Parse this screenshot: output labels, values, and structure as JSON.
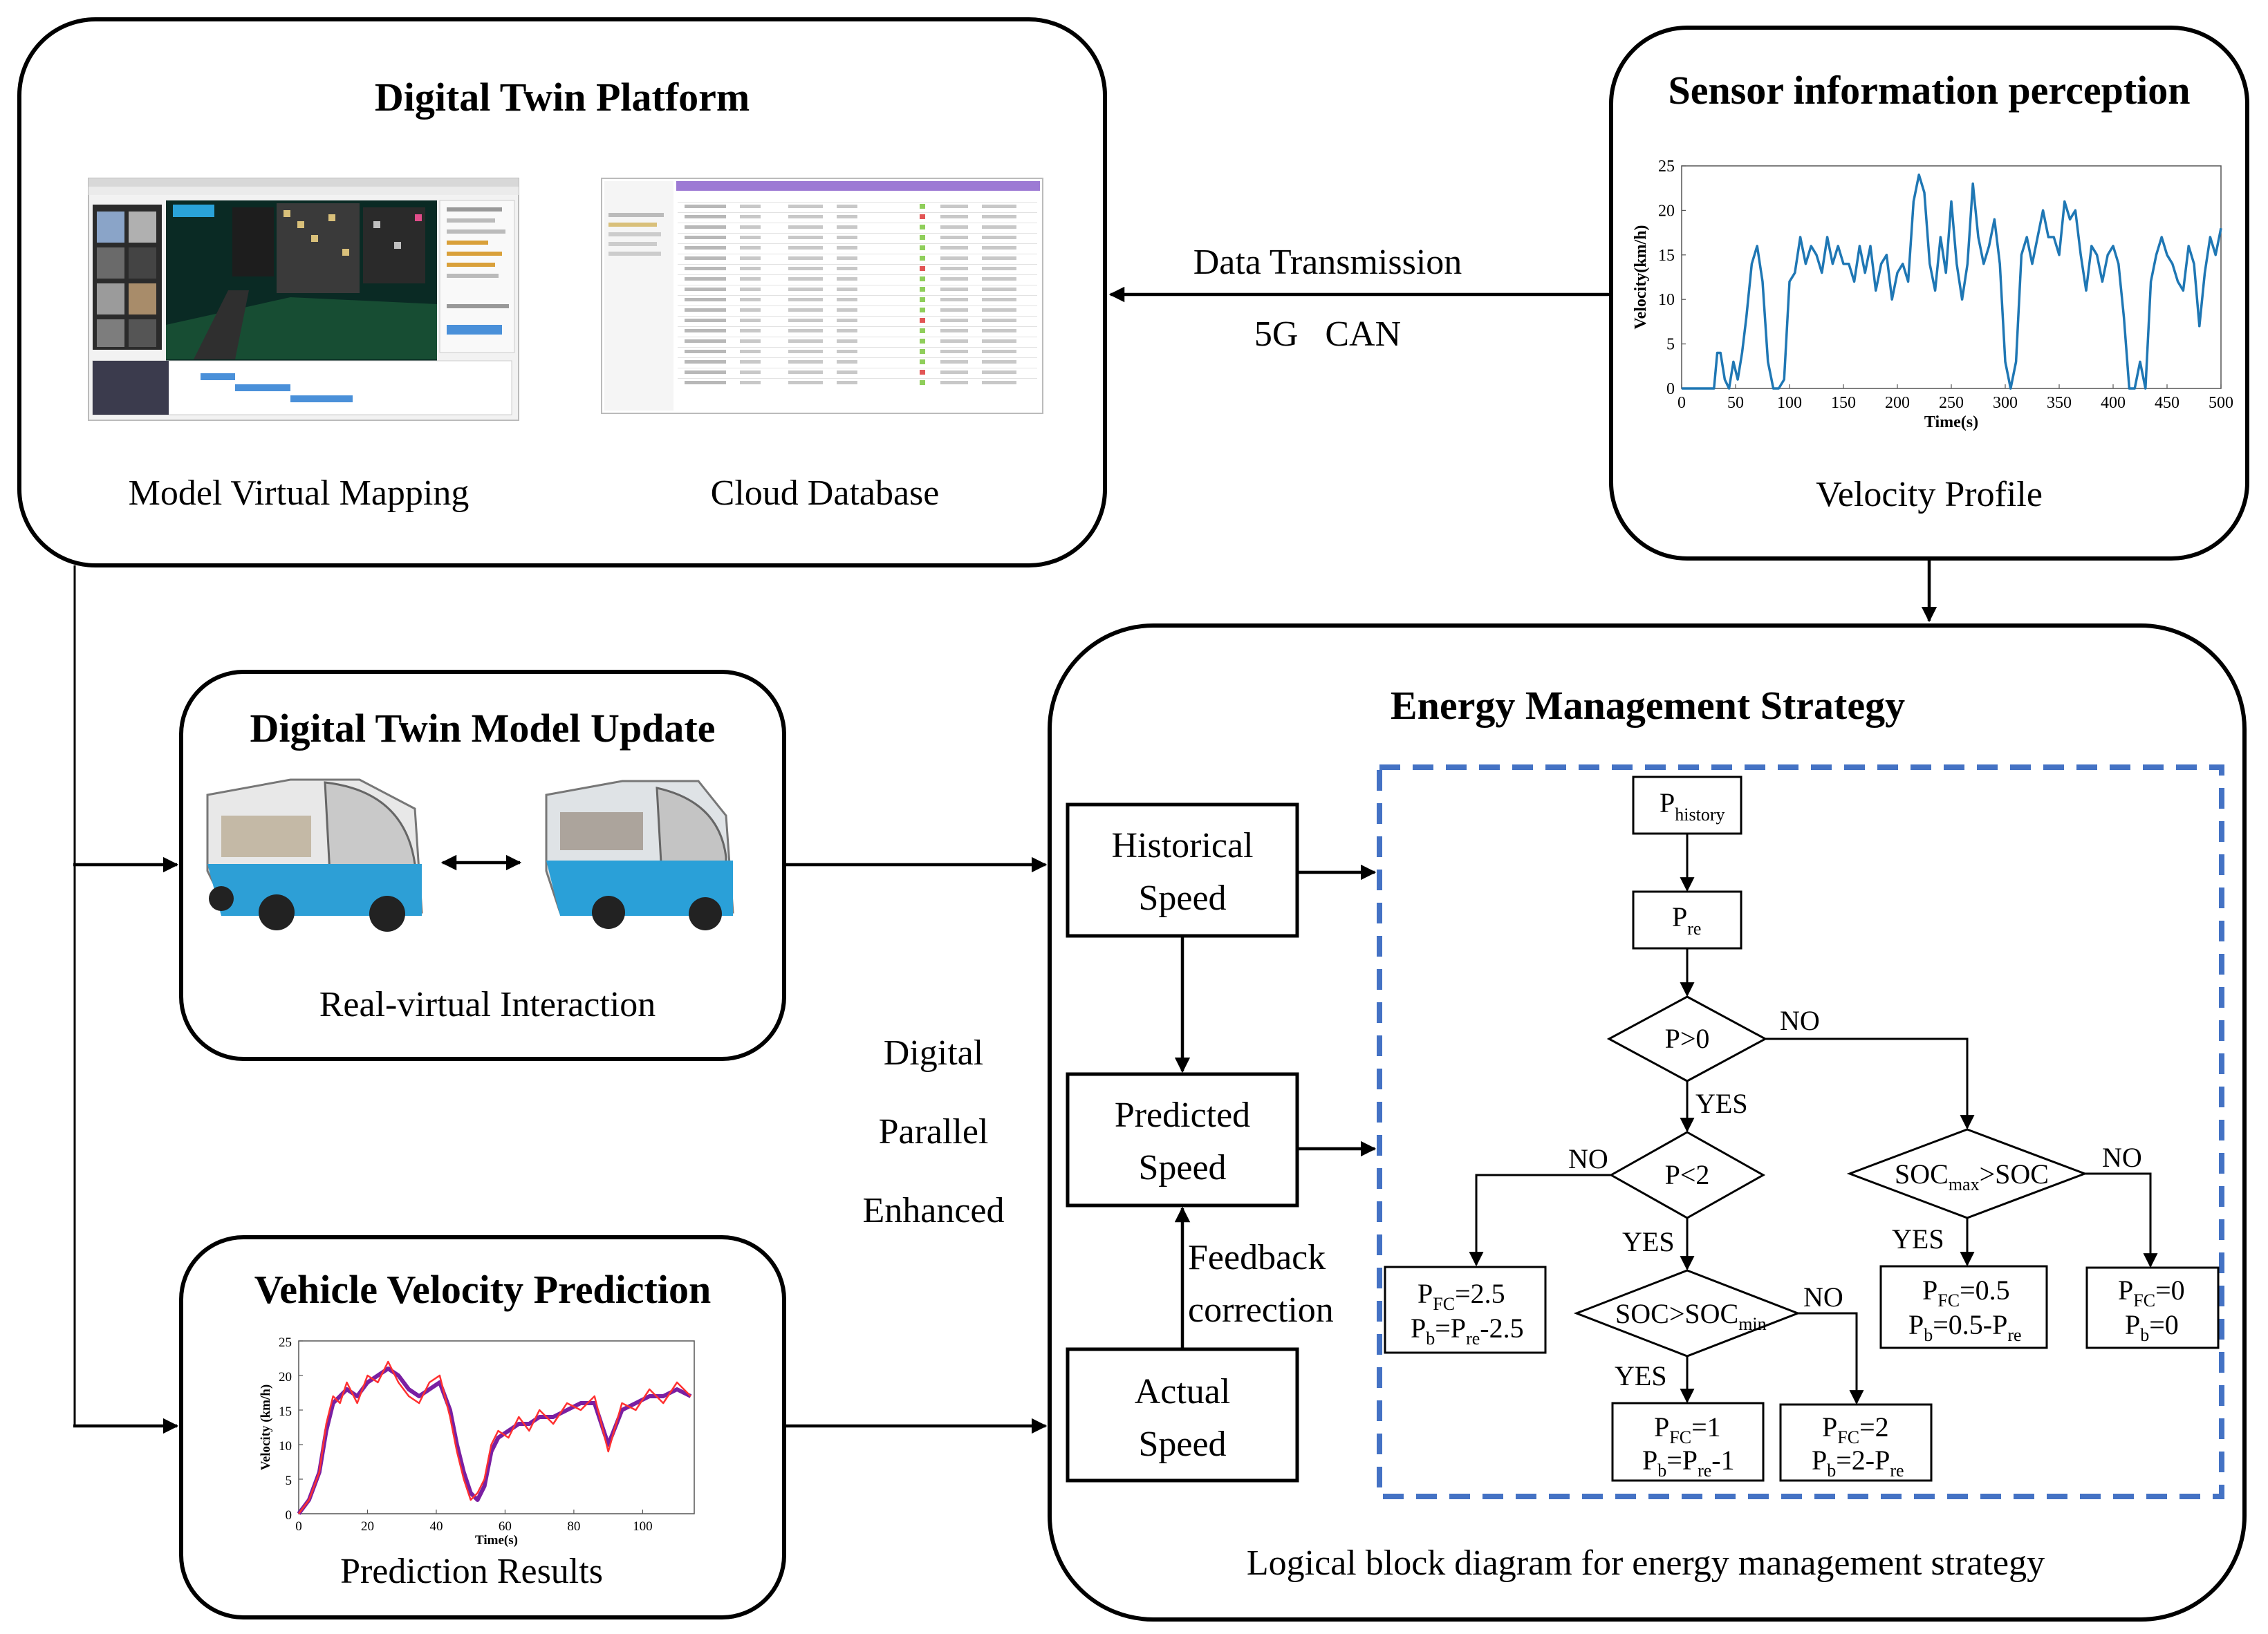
{
  "platform": {
    "title": "Digital Twin Platform",
    "caption_left": "Model Virtual Mapping",
    "caption_right": "Cloud Database"
  },
  "sensor": {
    "title": "Sensor information perception",
    "caption": "Velocity Profile"
  },
  "transmission": {
    "line1": "Data Transmission",
    "line2": "5G   CAN"
  },
  "model_update": {
    "title": "Digital Twin Model Update",
    "caption": "Real-virtual Interaction"
  },
  "prediction": {
    "title": "Vehicle Velocity Prediction",
    "caption": "Prediction Results"
  },
  "dpe": {
    "l1": "Digital",
    "l2": "Parallel",
    "l3": "Enhanced"
  },
  "ems": {
    "title": "Energy Management Strategy",
    "caption": "Logical block diagram for energy management strategy",
    "historical": [
      "Historical",
      "Speed"
    ],
    "predicted": [
      "Predicted",
      "Speed"
    ],
    "actual": [
      "Actual",
      "Speed"
    ],
    "feedback": [
      "Feedback",
      "correction"
    ]
  },
  "flow": {
    "p_history": {
      "main": "P",
      "sub": "history"
    },
    "p_re": {
      "main": "P",
      "sub": "re"
    },
    "d1": "P>0",
    "d2": "P<2",
    "d3": {
      "a": "SOC",
      "sub": "max",
      "b": ">SOC"
    },
    "d4": {
      "a": "SOC>SOC",
      "sub": "min"
    },
    "yes": "YES",
    "no": "NO",
    "r1": {
      "l1a": "P",
      "l1s": "FC",
      "l1b": "=2.5",
      "l2a": "P",
      "l2s": "b",
      "l2b": "=P",
      "l2s2": "re",
      "l2c": "-2.5"
    },
    "r2": {
      "l1a": "P",
      "l1s": "FC",
      "l1b": "=1",
      "l2a": "P",
      "l2s": "b",
      "l2b": "=P",
      "l2s2": "re",
      "l2c": "-1"
    },
    "r3": {
      "l1a": "P",
      "l1s": "FC",
      "l1b": "=2",
      "l2a": "P",
      "l2s": "b",
      "l2b": "=2-P",
      "l2s2": "re",
      "l2c": ""
    },
    "r4": {
      "l1a": "P",
      "l1s": "FC",
      "l1b": "=0.5",
      "l2a": "P",
      "l2s": "b",
      "l2b": "=0.5-P",
      "l2s2": "re",
      "l2c": ""
    },
    "r5": {
      "l1a": "P",
      "l1s": "FC",
      "l1b": "=0",
      "l2a": "P",
      "l2s": "b",
      "l2b": "=0",
      "l2s2": "",
      "l2c": ""
    }
  },
  "chart_data": [
    {
      "type": "line",
      "xlabel": "Time(s)",
      "ylabel": "Velocity(km/h)",
      "xlim": [
        0,
        500
      ],
      "ylim": [
        0,
        25
      ],
      "xticks": [
        0,
        50,
        100,
        150,
        200,
        250,
        300,
        350,
        400,
        450,
        500
      ],
      "yticks": [
        0,
        5,
        10,
        15,
        20,
        25
      ],
      "color": "#1f77b4",
      "series": [
        {
          "x": [
            0,
            30,
            33,
            36,
            40,
            44,
            48,
            52,
            56,
            60,
            65,
            70,
            75,
            80,
            85,
            90,
            95,
            100,
            105,
            110,
            115,
            120,
            125,
            130,
            135,
            140,
            145,
            150,
            155,
            160,
            165,
            170,
            175,
            180,
            185,
            190,
            195,
            200,
            205,
            210,
            215,
            220,
            225,
            230,
            235,
            240,
            245,
            250,
            255,
            260,
            265,
            270,
            275,
            280,
            285,
            290,
            295,
            300,
            305,
            310,
            315,
            320,
            325,
            330,
            335,
            340,
            345,
            350,
            355,
            360,
            365,
            370,
            375,
            380,
            385,
            390,
            395,
            400,
            405,
            410,
            415,
            420,
            425,
            430,
            435,
            440,
            445,
            450,
            455,
            460,
            465,
            470,
            475,
            480,
            485,
            490,
            495,
            500
          ],
          "y": [
            0,
            0,
            4,
            4,
            1,
            0,
            3,
            1,
            4,
            8,
            14,
            16,
            12,
            3,
            0,
            0,
            1,
            12,
            13,
            17,
            14,
            16,
            15,
            13,
            17,
            14,
            16,
            14,
            14,
            12,
            16,
            13,
            16,
            11,
            14,
            15,
            10,
            13,
            14,
            12,
            21,
            24,
            22,
            14,
            11,
            17,
            13,
            21,
            14,
            10,
            14,
            23,
            17,
            14,
            16,
            19,
            14,
            3,
            0,
            3,
            15,
            17,
            14,
            17,
            20,
            17,
            17,
            15,
            21,
            19,
            20,
            15,
            11,
            16,
            15,
            12,
            15,
            16,
            14,
            8,
            0,
            0,
            3,
            0,
            12,
            15,
            17,
            15,
            14,
            12,
            11,
            16,
            14,
            7,
            13,
            17,
            15,
            18
          ]
        }
      ]
    },
    {
      "type": "line",
      "xlabel": "Time(s)",
      "ylabel": "Velocity (km/h)",
      "xlim": [
        0,
        115
      ],
      "ylim": [
        0,
        25
      ],
      "xticks": [
        0,
        20,
        40,
        60,
        80,
        100
      ],
      "yticks": [
        0,
        5,
        10,
        15,
        20,
        25
      ],
      "series": [
        {
          "color": "#7a1fa2",
          "x": [
            0,
            3,
            6,
            8,
            10,
            12,
            14,
            17,
            20,
            23,
            26,
            29,
            32,
            35,
            38,
            41,
            44,
            46,
            48,
            50,
            52,
            54,
            56,
            58,
            61,
            64,
            67,
            70,
            74,
            78,
            82,
            86,
            90,
            94,
            98,
            102,
            106,
            110,
            114
          ],
          "y": [
            0,
            2,
            6,
            12,
            16,
            17,
            18,
            17,
            19,
            20,
            21,
            20,
            18,
            17,
            18,
            19,
            15,
            10,
            6,
            3,
            2,
            4,
            9,
            11,
            12,
            13,
            13,
            14,
            14,
            15,
            16,
            16,
            10,
            15,
            16,
            17,
            17,
            18,
            17
          ]
        },
        {
          "color": "#ff3030",
          "x": [
            0,
            3,
            6,
            8,
            10,
            12,
            14,
            17,
            20,
            23,
            26,
            29,
            32,
            35,
            38,
            41,
            44,
            46,
            48,
            50,
            52,
            54,
            56,
            58,
            61,
            64,
            67,
            70,
            74,
            78,
            82,
            86,
            90,
            94,
            98,
            102,
            106,
            110,
            114
          ],
          "y": [
            0,
            2,
            6,
            13,
            17,
            16,
            19,
            16,
            20,
            19,
            22,
            19,
            17,
            16,
            19,
            20,
            14,
            9,
            5,
            2,
            3,
            5,
            10,
            12,
            11,
            14,
            12,
            15,
            13,
            16,
            15,
            17,
            9,
            16,
            15,
            18,
            16,
            19,
            17
          ]
        }
      ]
    }
  ]
}
